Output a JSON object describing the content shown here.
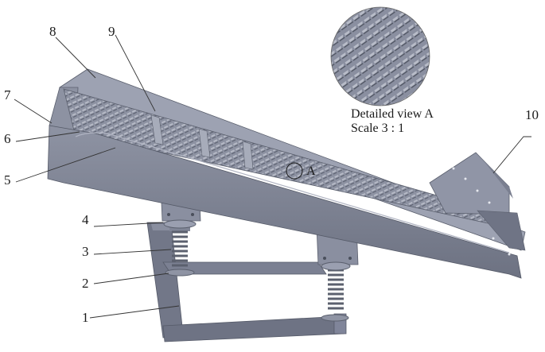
{
  "figure": {
    "detail_caption_line1": "Detailed view A",
    "detail_caption_line2": "Scale 3 : 1",
    "detail_marker": "A",
    "callouts": [
      "1",
      "2",
      "3",
      "4",
      "5",
      "6",
      "7",
      "8",
      "9",
      "10"
    ]
  },
  "colors": {
    "body": "#7e8496",
    "body_light": "#9a9fb0",
    "body_dark": "#5f6474",
    "mesh": "#9499a8",
    "spring": "#6a6f7c"
  }
}
